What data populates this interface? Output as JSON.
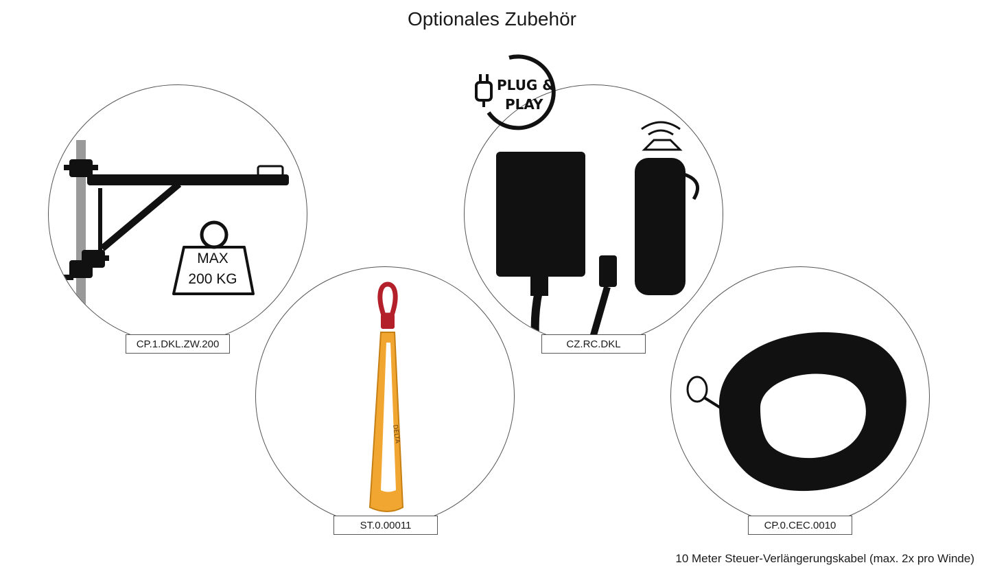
{
  "title": "Optionales Zubehör",
  "items": [
    {
      "code": "CP.1.DKL.ZW.200",
      "image": "wall-bracket-icon",
      "weight_line1": "MAX",
      "weight_line2": "200 KG"
    },
    {
      "code": "ST.0.00011",
      "image": "lifting-sling-icon",
      "brand": "DELTA"
    },
    {
      "code": "CZ.RC.DKL",
      "image": "remote-control-icon",
      "badge_line1": "PLUG &",
      "badge_line2": "PLAY"
    },
    {
      "code": "CP.0.CEC.0010",
      "image": "cable-coil-icon"
    }
  ],
  "caption": "10 Meter Steuer-Verlängerungskabel (max. 2x pro Winde)",
  "colors": {
    "sling": "#f0a630",
    "shackle": "#b3202a",
    "text": "#1a1a1a"
  }
}
